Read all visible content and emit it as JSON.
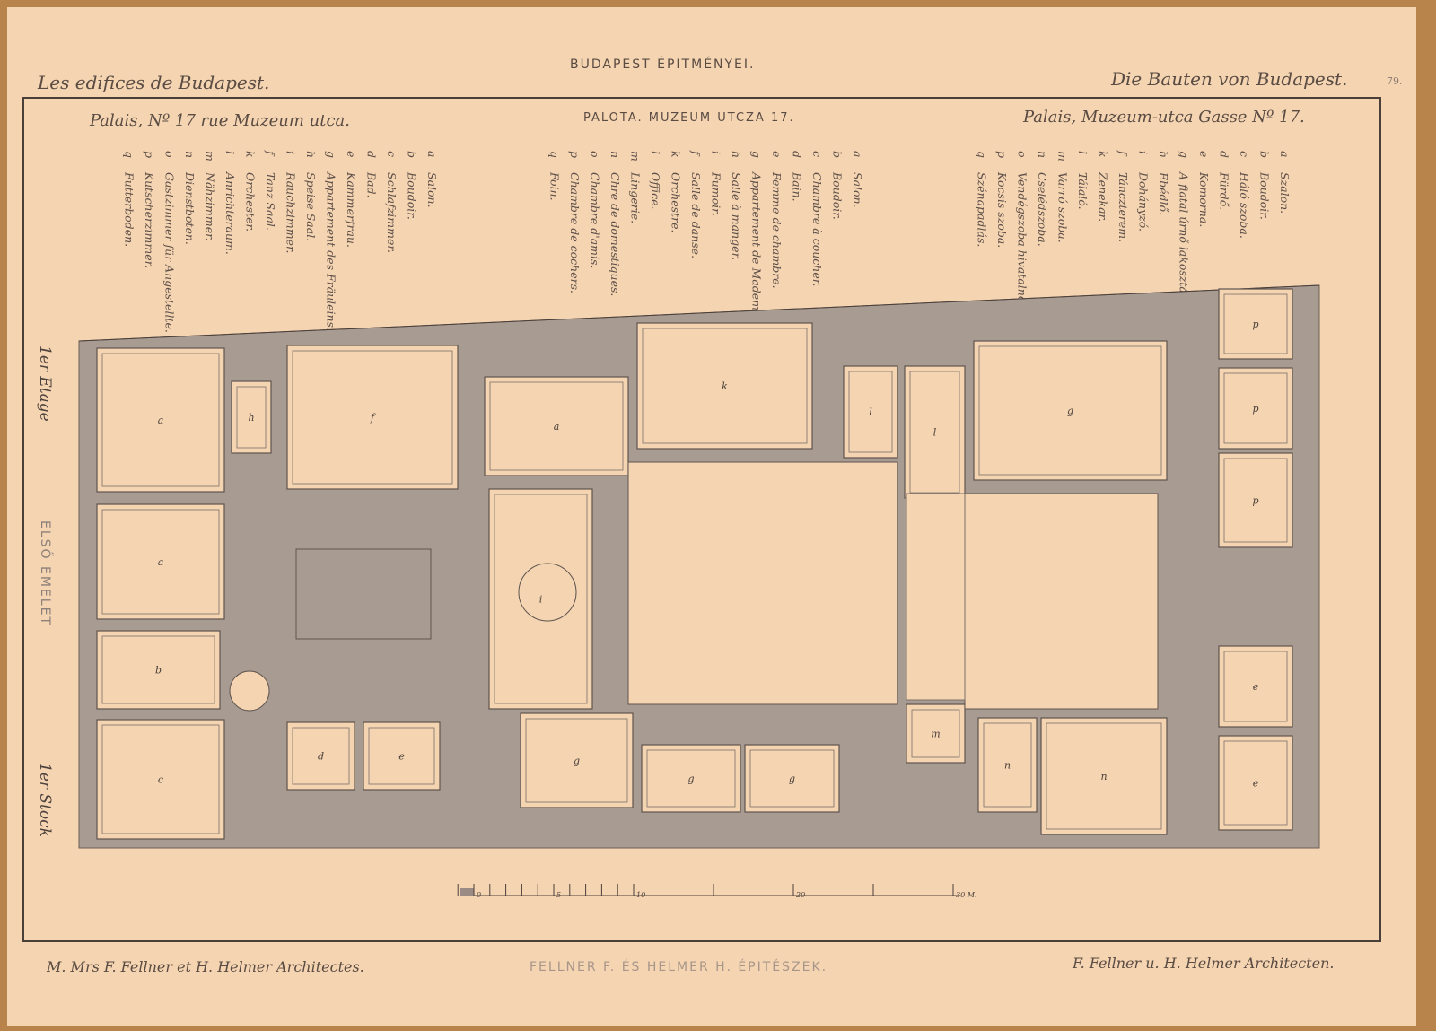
{
  "header": {
    "left_title": "Les edifices de Budapest.",
    "center_title": "BUDAPEST ÉPITMÉNYEI.",
    "right_title": "Die Bauten von Budapest.",
    "plate_number": "79."
  },
  "subtitles": {
    "french": "Palais, Nº 17 rue Muzeum utca.",
    "hungarian": "PALOTA. MUZEUM UTCZA 17.",
    "german": "Palais, Muzeum-utca Gasse Nº 17."
  },
  "legend_german": [
    {
      "key": "a",
      "label": "Salon."
    },
    {
      "key": "b",
      "label": "Boudoir."
    },
    {
      "key": "c",
      "label": "Schlafzimmer."
    },
    {
      "key": "d",
      "label": "Bad."
    },
    {
      "key": "e",
      "label": "Kammerfrau."
    },
    {
      "key": "g",
      "label": "Appartement des Fräuleins."
    },
    {
      "key": "h",
      "label": "Speise Saal."
    },
    {
      "key": "i",
      "label": "Rauchzimmer."
    },
    {
      "key": "f",
      "label": "Tanz Saal."
    },
    {
      "key": "k",
      "label": "Orchester."
    },
    {
      "key": "l",
      "label": "Anrichteraum."
    },
    {
      "key": "m",
      "label": "Nähzimmer."
    },
    {
      "key": "n",
      "label": "Dienstboten."
    },
    {
      "key": "o",
      "label": "Gastzimmer für Angestellte."
    },
    {
      "key": "p",
      "label": "Kutscherzimmer."
    },
    {
      "key": "q",
      "label": "Futterboden."
    }
  ],
  "legend_french": [
    {
      "key": "a",
      "label": "Salon."
    },
    {
      "key": "b",
      "label": "Boudoir."
    },
    {
      "key": "c",
      "label": "Chambre à coucher."
    },
    {
      "key": "d",
      "label": "Bain."
    },
    {
      "key": "e",
      "label": "Femme de chambre."
    },
    {
      "key": "g",
      "label": "Appartement de Mademoiselle."
    },
    {
      "key": "h",
      "label": "Salle à manger."
    },
    {
      "key": "i",
      "label": "Fumoir."
    },
    {
      "key": "f",
      "label": "Salle de danse."
    },
    {
      "key": "k",
      "label": "Orchestre."
    },
    {
      "key": "l",
      "label": "Office."
    },
    {
      "key": "m",
      "label": "Lingerie."
    },
    {
      "key": "n",
      "label": "Chre de domestiques."
    },
    {
      "key": "o",
      "label": "Chambre d'amis."
    },
    {
      "key": "p",
      "label": "Chambre de cochers."
    },
    {
      "key": "q",
      "label": "Foin."
    }
  ],
  "legend_hungarian": [
    {
      "key": "a",
      "label": "Szalon."
    },
    {
      "key": "b",
      "label": "Boudoir."
    },
    {
      "key": "c",
      "label": "Háló szoba."
    },
    {
      "key": "d",
      "label": "Fürdő."
    },
    {
      "key": "e",
      "label": "Komorna."
    },
    {
      "key": "g",
      "label": "A fiatal úrnő lakosztálya."
    },
    {
      "key": "h",
      "label": "Ebédlő."
    },
    {
      "key": "i",
      "label": "Dohányzó."
    },
    {
      "key": "f",
      "label": "Tánczterem."
    },
    {
      "key": "k",
      "label": "Zenekar."
    },
    {
      "key": "l",
      "label": "Tálaló."
    },
    {
      "key": "m",
      "label": "Varró szoba."
    },
    {
      "key": "n",
      "label": "Cselédszoba."
    },
    {
      "key": "o",
      "label": "Vendégszoba hivatalnokok részére."
    },
    {
      "key": "p",
      "label": "Kocsis szoba."
    },
    {
      "key": "q",
      "label": "Szénapadlás."
    }
  ],
  "side_labels": {
    "french_floor": "1er Etage",
    "hungarian_floor": "ELSŐ EMELET",
    "german_floor": "1er Stock"
  },
  "room_labels": [
    "a",
    "a",
    "b",
    "c",
    "h",
    "f",
    "a",
    "i",
    "k",
    "l",
    "l",
    "g",
    "p",
    "p",
    "p",
    "e",
    "e",
    "n",
    "n",
    "m",
    "g",
    "g",
    "g",
    "d",
    "e"
  ],
  "scale": {
    "ticks": [
      "0",
      "5",
      "10",
      "20",
      "30 M."
    ]
  },
  "footer": {
    "left": "M. Mrs F. Fellner et H. Helmer Architectes.",
    "center": "FELLNER F. ÉS HELMER H. ÉPITÉSZEK.",
    "right": "F. Fellner u. H. Helmer Architecten."
  }
}
